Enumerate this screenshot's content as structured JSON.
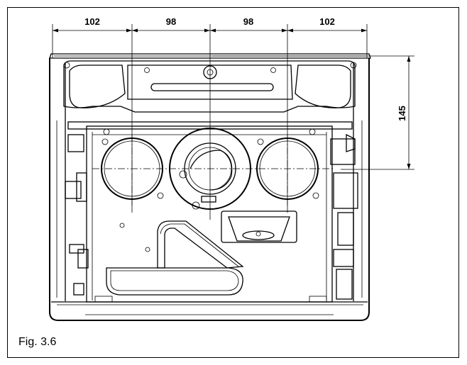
{
  "figure": {
    "caption": "Fig. 3.6",
    "dimensions": {
      "horizontal": [
        "102",
        "98",
        "98",
        "102"
      ],
      "vertical": "145"
    }
  }
}
